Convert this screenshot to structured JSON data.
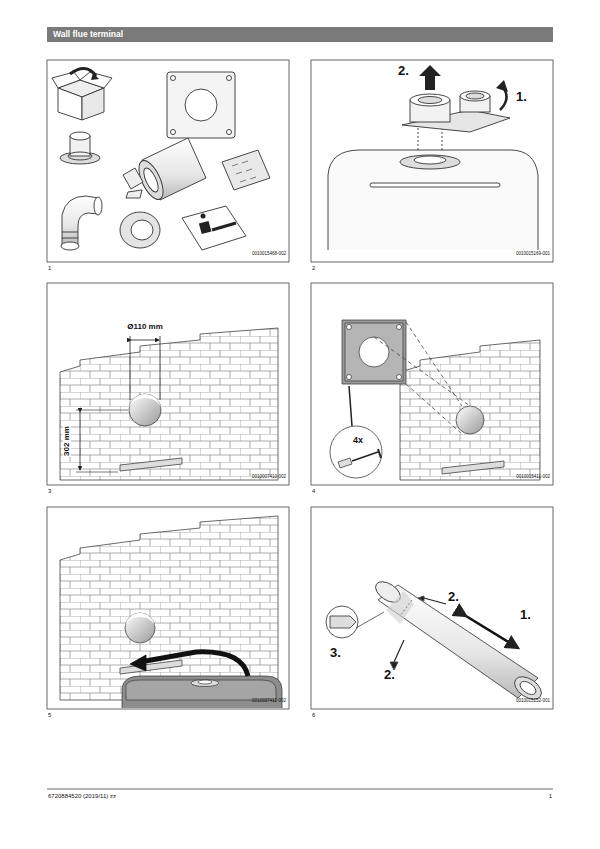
{
  "diagram": {
    "title": "Wall flue terminal",
    "labels": [
      "1",
      "0010015468-002",
      "2.",
      "1.",
      "2",
      "0010015169-001",
      "Ø110 mm",
      "302 mm",
      "3",
      "0010007410-002",
      "4x",
      "4",
      "0010015411-002",
      "5",
      "0010007412-002",
      "1.",
      "2.",
      "2.",
      "3.",
      "6",
      "0010015152-001",
      "6720884520 (2019/11) zz",
      "1"
    ]
  }
}
